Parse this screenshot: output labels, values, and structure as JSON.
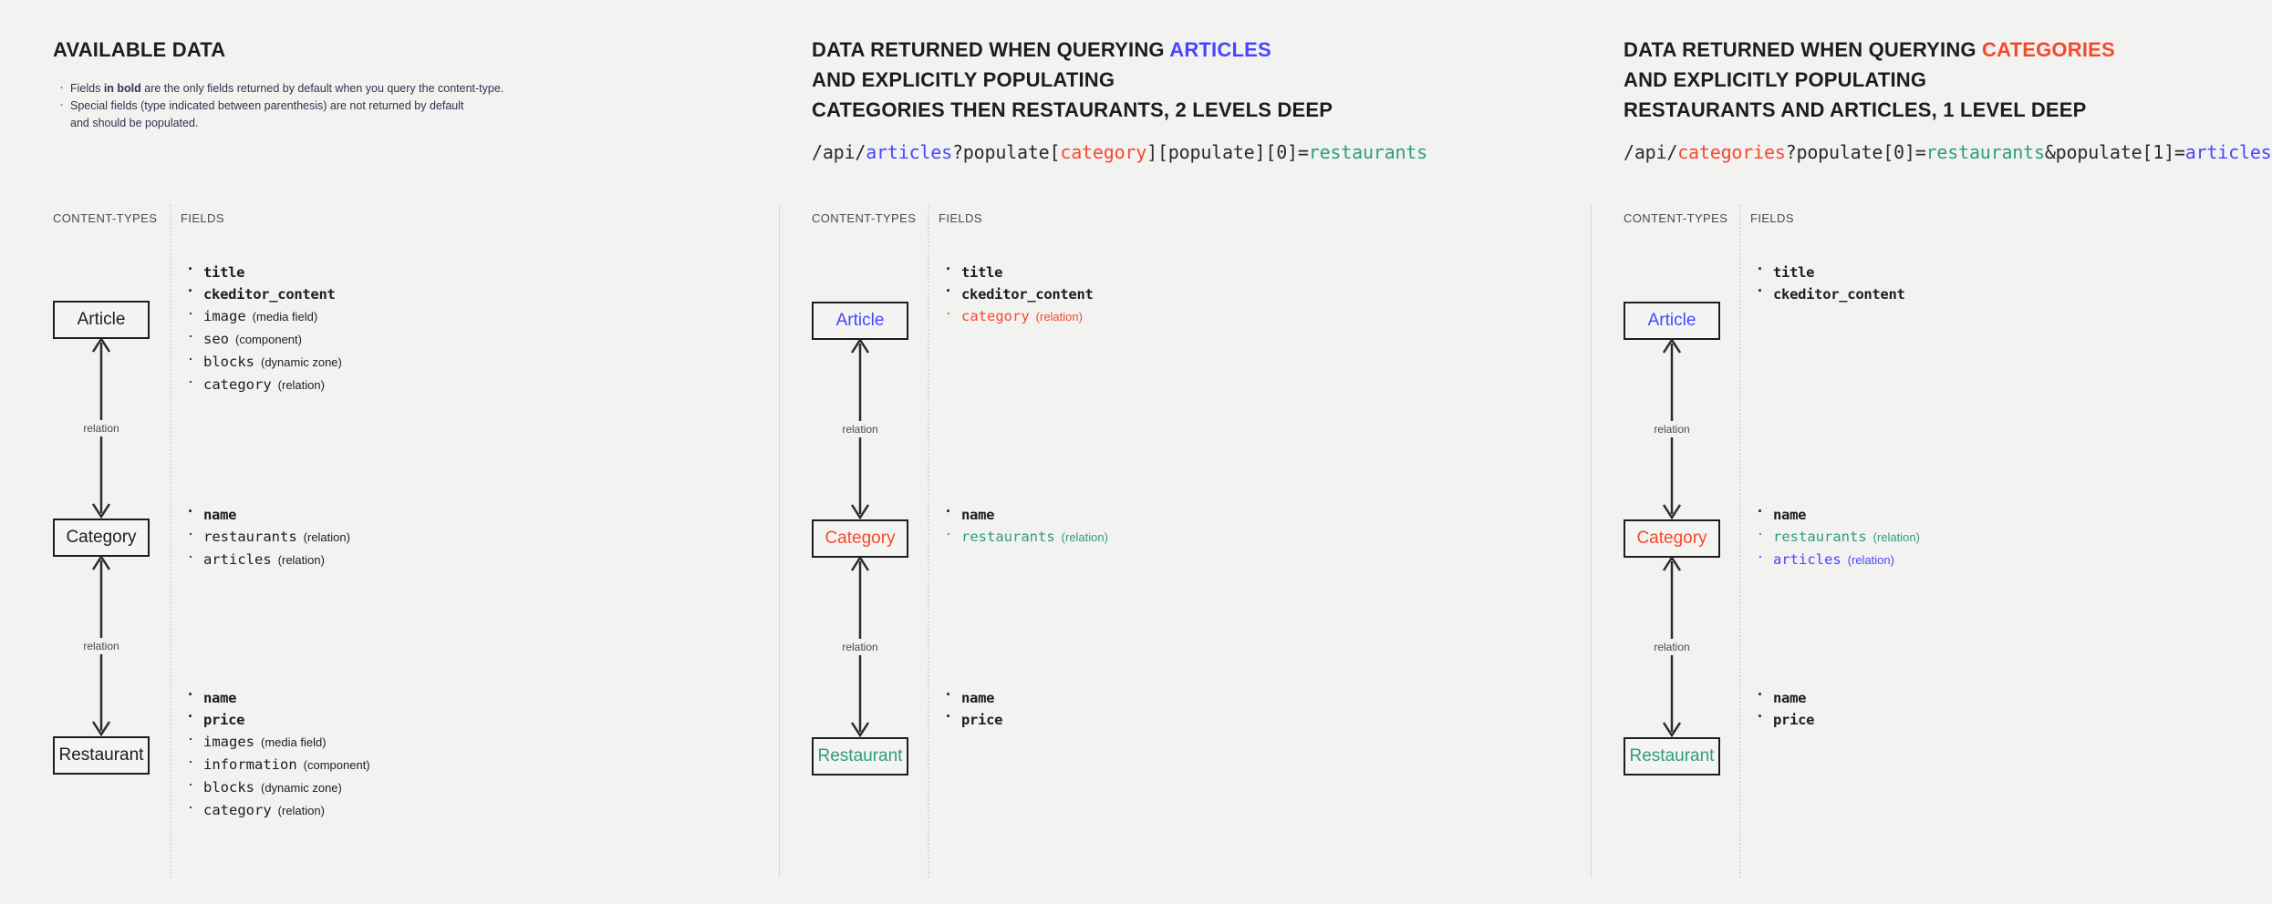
{
  "colors": {
    "background": "#f2f2f1",
    "text": "#1d1d1d",
    "blue": "#4945ff",
    "red": "#f5492c",
    "green": "#2f9e79",
    "rule": "#d8d8d6"
  },
  "columns": [
    {
      "heading": {
        "lines": [
          "AVAILABLE DATA"
        ]
      },
      "notes": [
        "Fields in bold are the only fields returned by default when you query the content-type.",
        "Special fields (type indicated between parenthesis) are not returned by default",
        "and should be populated."
      ],
      "notes_bold_fragment": "in bold",
      "subheads": {
        "content_types": "CONTENT-TYPES",
        "fields": "FIELDS"
      },
      "nodes": [
        {
          "label": "Article",
          "color": "default"
        },
        {
          "label": "Category",
          "color": "default"
        },
        {
          "label": "Restaurant",
          "color": "default"
        }
      ],
      "connector_labels": [
        "relation",
        "relation"
      ],
      "field_groups": [
        {
          "entity": "Article",
          "items": [
            {
              "name": "title",
              "type": "",
              "bold": true,
              "color": "default"
            },
            {
              "name": "ckeditor_content",
              "type": "",
              "bold": true,
              "color": "default"
            },
            {
              "name": "image",
              "type": "(media field)",
              "bold": false,
              "color": "default"
            },
            {
              "name": "seo",
              "type": "(component)",
              "bold": false,
              "color": "default"
            },
            {
              "name": "blocks",
              "type": "(dynamic zone)",
              "bold": false,
              "color": "default"
            },
            {
              "name": "category",
              "type": "(relation)",
              "bold": false,
              "color": "default"
            }
          ]
        },
        {
          "entity": "Category",
          "items": [
            {
              "name": "name",
              "type": "",
              "bold": true,
              "color": "default"
            },
            {
              "name": "restaurants",
              "type": "(relation)",
              "bold": false,
              "color": "default"
            },
            {
              "name": "articles",
              "type": "(relation)",
              "bold": false,
              "color": "default"
            }
          ]
        },
        {
          "entity": "Restaurant",
          "items": [
            {
              "name": "name",
              "type": "",
              "bold": true,
              "color": "default"
            },
            {
              "name": "price",
              "type": "",
              "bold": true,
              "color": "default"
            },
            {
              "name": "images",
              "type": "(media field)",
              "bold": false,
              "color": "default"
            },
            {
              "name": "information",
              "type": "(component)",
              "bold": false,
              "color": "default"
            },
            {
              "name": "blocks",
              "type": "(dynamic zone)",
              "bold": false,
              "color": "default"
            },
            {
              "name": "category",
              "type": "(relation)",
              "bold": false,
              "color": "default"
            }
          ]
        }
      ]
    },
    {
      "heading": {
        "line1_prefix": "DATA RETURNED WHEN QUERYING ",
        "line1_keyword": "ARTICLES",
        "line1_keyword_color": "blue",
        "line2": "AND EXPLICITLY POPULATING",
        "line3": "CATEGORIES THEN RESTAURANTS, 2 LEVELS DEEP"
      },
      "endpoint": {
        "parts": [
          {
            "t": "/api/",
            "c": "default"
          },
          {
            "t": "articles",
            "c": "blue"
          },
          {
            "t": "?populate[",
            "c": "default"
          },
          {
            "t": "category",
            "c": "red"
          },
          {
            "t": "][populate][0]=",
            "c": "default"
          },
          {
            "t": "restaurants",
            "c": "green"
          }
        ],
        "plain": "/api/articles?populate[category][populate][0]=restaurants"
      },
      "subheads": {
        "content_types": "CONTENT-TYPES",
        "fields": "FIELDS"
      },
      "nodes": [
        {
          "label": "Article",
          "color": "blue"
        },
        {
          "label": "Category",
          "color": "red"
        },
        {
          "label": "Restaurant",
          "color": "green"
        }
      ],
      "connector_labels": [
        "relation",
        "relation"
      ],
      "field_groups": [
        {
          "entity": "Article",
          "items": [
            {
              "name": "title",
              "type": "",
              "bold": true,
              "color": "default"
            },
            {
              "name": "ckeditor_content",
              "type": "",
              "bold": true,
              "color": "default"
            },
            {
              "name": "category",
              "type": "(relation)",
              "bold": false,
              "color": "red"
            }
          ]
        },
        {
          "entity": "Category",
          "items": [
            {
              "name": "name",
              "type": "",
              "bold": true,
              "color": "default"
            },
            {
              "name": "restaurants",
              "type": "(relation)",
              "bold": false,
              "color": "green"
            }
          ]
        },
        {
          "entity": "Restaurant",
          "items": [
            {
              "name": "name",
              "type": "",
              "bold": true,
              "color": "default"
            },
            {
              "name": "price",
              "type": "",
              "bold": true,
              "color": "default"
            }
          ]
        }
      ]
    },
    {
      "heading": {
        "line1_prefix": "DATA RETURNED WHEN QUERYING ",
        "line1_keyword": "CATEGORIES",
        "line1_keyword_color": "red",
        "line2": "AND EXPLICITLY POPULATING",
        "line3": "RESTAURANTS AND ARTICLES, 1 LEVEL DEEP"
      },
      "endpoint": {
        "parts": [
          {
            "t": "/api/",
            "c": "default"
          },
          {
            "t": "categories",
            "c": "red"
          },
          {
            "t": "?populate[0]=",
            "c": "default"
          },
          {
            "t": "restaurants",
            "c": "green"
          },
          {
            "t": "&populate[1]=",
            "c": "default"
          },
          {
            "t": "articles",
            "c": "blue"
          }
        ],
        "plain": "/api/categories?populate[0]=restaurants&populate[1]=articles"
      },
      "subheads": {
        "content_types": "CONTENT-TYPES",
        "fields": "FIELDS"
      },
      "nodes": [
        {
          "label": "Article",
          "color": "blue"
        },
        {
          "label": "Category",
          "color": "red"
        },
        {
          "label": "Restaurant",
          "color": "green"
        }
      ],
      "connector_labels": [
        "relation",
        "relation"
      ],
      "field_groups": [
        {
          "entity": "Article",
          "items": [
            {
              "name": "title",
              "type": "",
              "bold": true,
              "color": "default"
            },
            {
              "name": "ckeditor_content",
              "type": "",
              "bold": true,
              "color": "default"
            }
          ]
        },
        {
          "entity": "Category",
          "items": [
            {
              "name": "name",
              "type": "",
              "bold": true,
              "color": "default"
            },
            {
              "name": "restaurants",
              "type": "(relation)",
              "bold": false,
              "color": "green"
            },
            {
              "name": "articles",
              "type": "(relation)",
              "bold": false,
              "color": "blue"
            }
          ]
        },
        {
          "entity": "Restaurant",
          "items": [
            {
              "name": "name",
              "type": "",
              "bold": true,
              "color": "default"
            },
            {
              "name": "price",
              "type": "",
              "bold": true,
              "color": "default"
            }
          ]
        }
      ]
    }
  ]
}
